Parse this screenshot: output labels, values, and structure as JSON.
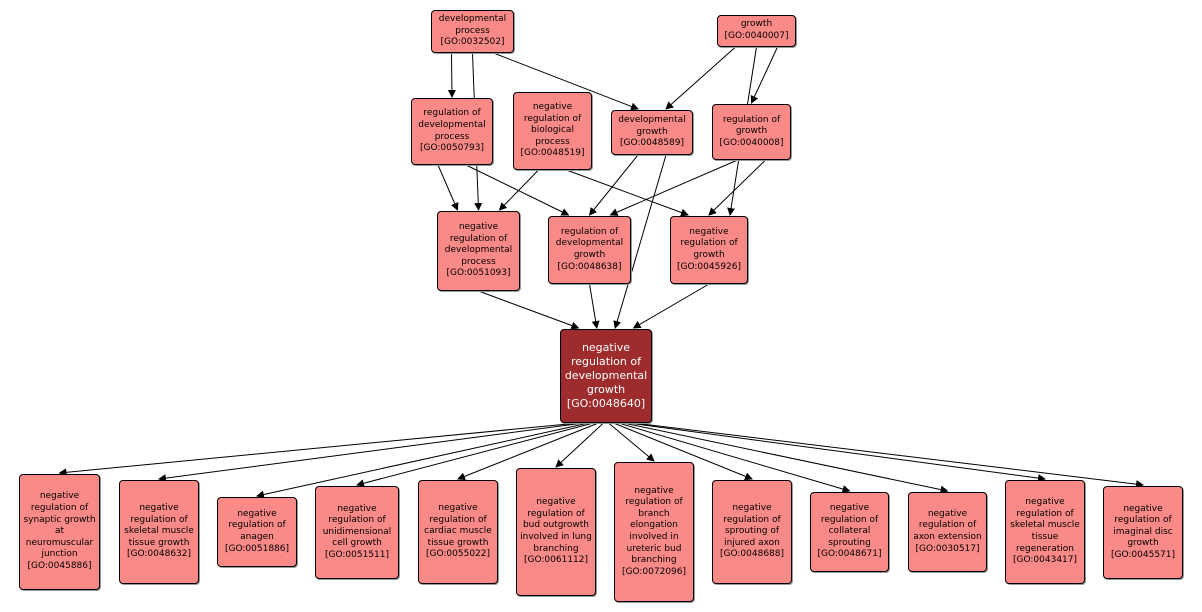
{
  "nodes": [
    {
      "key": "gp_32502",
      "label": "developmental process",
      "go_id": "[GO:0032502]",
      "focus": false
    },
    {
      "key": "gp_40007",
      "label": "growth",
      "go_id": "[GO:0040007]",
      "focus": false
    },
    {
      "key": "gp_50793",
      "label": "regulation of developmental process",
      "go_id": "[GO:0050793]",
      "focus": false
    },
    {
      "key": "gp_48519",
      "label": "negative regulation of biological process",
      "go_id": "[GO:0048519]",
      "focus": false
    },
    {
      "key": "gp_48589",
      "label": "developmental growth",
      "go_id": "[GO:0048589]",
      "focus": false
    },
    {
      "key": "gp_40008",
      "label": "regulation of growth",
      "go_id": "[GO:0040008]",
      "focus": false
    },
    {
      "key": "gp_51093",
      "label": "negative regulation of developmental process",
      "go_id": "[GO:0051093]",
      "focus": false
    },
    {
      "key": "gp_48638",
      "label": "regulation of developmental growth",
      "go_id": "[GO:0048638]",
      "focus": false
    },
    {
      "key": "gp_45926",
      "label": "negative regulation of growth",
      "go_id": "[GO:0045926]",
      "focus": false
    },
    {
      "key": "gp_48640",
      "label": "negative regulation of developmental growth",
      "go_id": "[GO:0048640]",
      "focus": true
    },
    {
      "key": "gp_45886",
      "label": "negative regulation of synaptic growth at neuromuscular junction",
      "go_id": "[GO:0045886]",
      "focus": false
    },
    {
      "key": "gp_48632",
      "label": "negative regulation of skeletal muscle tissue growth",
      "go_id": "[GO:0048632]",
      "focus": false
    },
    {
      "key": "gp_51886",
      "label": "negative regulation of anagen",
      "go_id": "[GO:0051886]",
      "focus": false
    },
    {
      "key": "gp_51511",
      "label": "negative regulation of unidimensional cell growth",
      "go_id": "[GO:0051511]",
      "focus": false
    },
    {
      "key": "gp_55022",
      "label": "negative regulation of cardiac muscle tissue growth",
      "go_id": "[GO:0055022]",
      "focus": false
    },
    {
      "key": "gp_61112",
      "label": "negative regulation of bud outgrowth involved in lung branching",
      "go_id": "[GO:0061112]",
      "focus": false
    },
    {
      "key": "gp_72096",
      "label": "negative regulation of branch elongation involved in ureteric bud branching",
      "go_id": "[GO:0072096]",
      "focus": false
    },
    {
      "key": "gp_48688",
      "label": "negative regulation of sprouting of injured axon",
      "go_id": "[GO:0048688]",
      "focus": false
    },
    {
      "key": "gp_48671",
      "label": "negative regulation of collateral sprouting",
      "go_id": "[GO:0048671]",
      "focus": false
    },
    {
      "key": "gp_30517",
      "label": "negative regulation of axon extension",
      "go_id": "[GO:0030517]",
      "focus": false
    },
    {
      "key": "gp_43417",
      "label": "negative regulation of skeletal muscle tissue regeneration",
      "go_id": "[GO:0043417]",
      "focus": false
    },
    {
      "key": "gp_45571",
      "label": "negative regulation of imaginal disc growth",
      "go_id": "[GO:0045571]",
      "focus": false
    }
  ],
  "edges": [
    [
      "gp_32502",
      "gp_50793"
    ],
    [
      "gp_32502",
      "gp_48589"
    ],
    [
      "gp_32502",
      "gp_51093"
    ],
    [
      "gp_40007",
      "gp_48589"
    ],
    [
      "gp_40007",
      "gp_40008"
    ],
    [
      "gp_40007",
      "gp_45926"
    ],
    [
      "gp_50793",
      "gp_51093"
    ],
    [
      "gp_50793",
      "gp_48638"
    ],
    [
      "gp_48519",
      "gp_51093"
    ],
    [
      "gp_48519",
      "gp_45926"
    ],
    [
      "gp_48589",
      "gp_48638"
    ],
    [
      "gp_48589",
      "gp_48640"
    ],
    [
      "gp_40008",
      "gp_48638"
    ],
    [
      "gp_40008",
      "gp_45926"
    ],
    [
      "gp_51093",
      "gp_48640"
    ],
    [
      "gp_48638",
      "gp_48640"
    ],
    [
      "gp_45926",
      "gp_48640"
    ],
    [
      "gp_48640",
      "gp_45886"
    ],
    [
      "gp_48640",
      "gp_48632"
    ],
    [
      "gp_48640",
      "gp_51886"
    ],
    [
      "gp_48640",
      "gp_51511"
    ],
    [
      "gp_48640",
      "gp_55022"
    ],
    [
      "gp_48640",
      "gp_61112"
    ],
    [
      "gp_48640",
      "gp_72096"
    ],
    [
      "gp_48640",
      "gp_48688"
    ],
    [
      "gp_48640",
      "gp_48671"
    ],
    [
      "gp_48640",
      "gp_30517"
    ],
    [
      "gp_48640",
      "gp_43417"
    ],
    [
      "gp_48640",
      "gp_45571"
    ]
  ],
  "colors": {
    "node_fill": "#fa8a87",
    "focus_fill": "#9e2c2c",
    "focus_text": "#ffffff",
    "edge": "#000000"
  }
}
